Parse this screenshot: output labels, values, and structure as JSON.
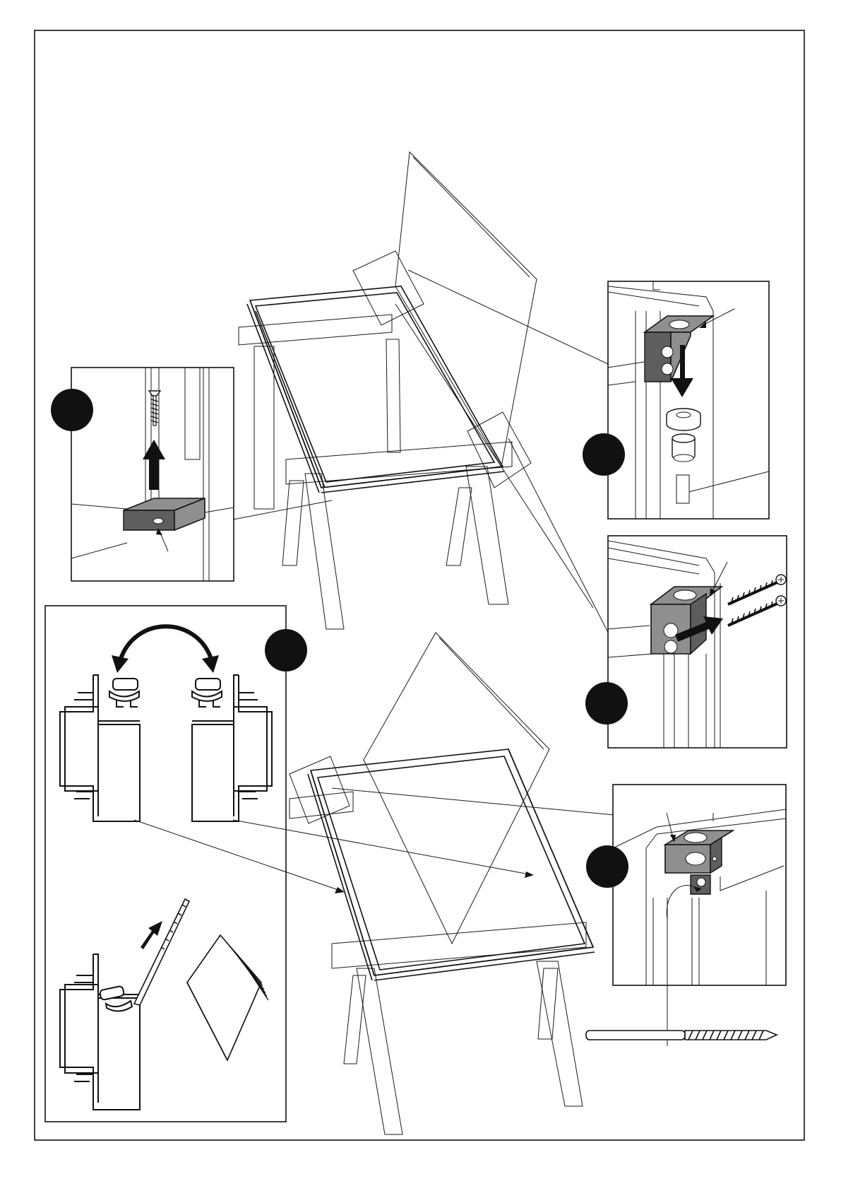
{
  "document": {
    "type": "assembly-instruction-sheet",
    "colors": {
      "ink": "#111111",
      "highlight_part": "#8f8f8f",
      "dark_part": "#5e5e5e",
      "paper": "#ffffff"
    },
    "icons": [
      "step-badge",
      "screw-icon",
      "wood-screw-icon",
      "move-arrow-icon",
      "swap-arrow-icon",
      "glazing-strip-icon"
    ]
  },
  "badges": {
    "count": 5
  }
}
